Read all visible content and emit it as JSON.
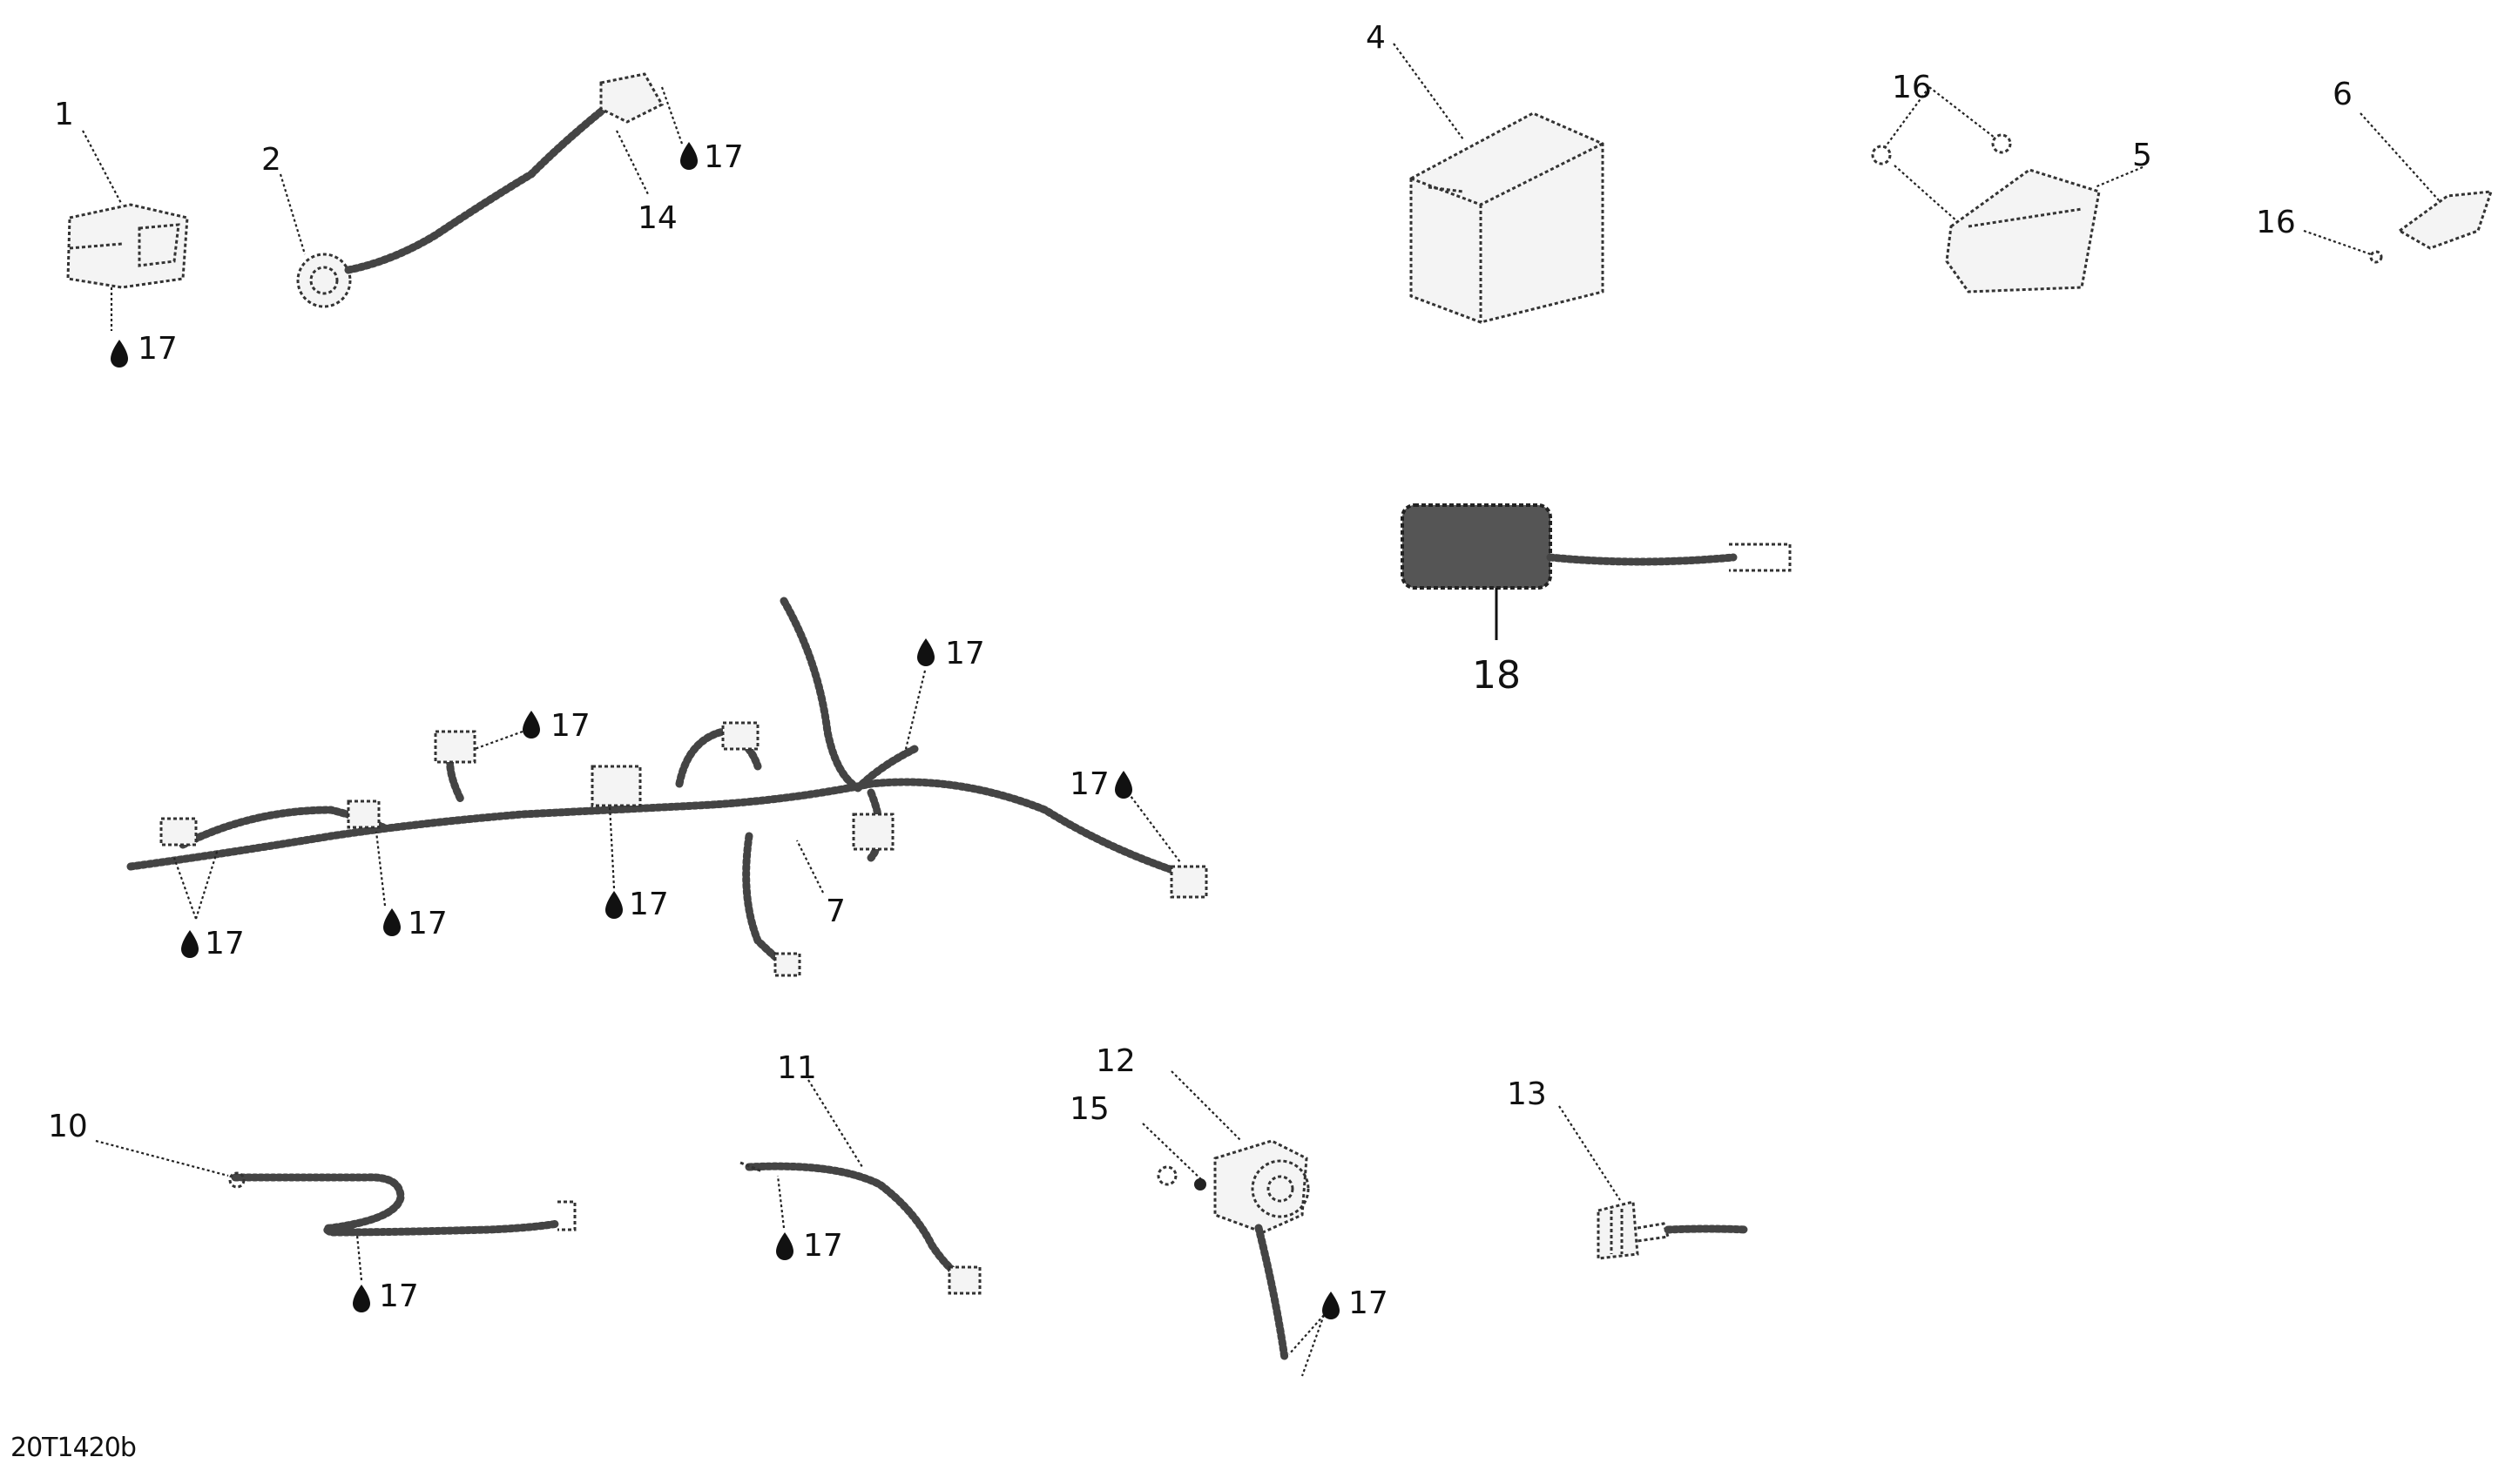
{
  "callouts": {
    "c1": "1",
    "c2": "2",
    "c4": "4",
    "c5": "5",
    "c6": "6",
    "c7": "7",
    "c10": "10",
    "c11": "11",
    "c12": "12",
    "c13": "13",
    "c14": "14",
    "c15": "15",
    "c16": "16",
    "c17": "17",
    "c18": "18"
  },
  "figure_code": "20T1420b",
  "icons": {
    "lubricant": "drop-icon"
  }
}
